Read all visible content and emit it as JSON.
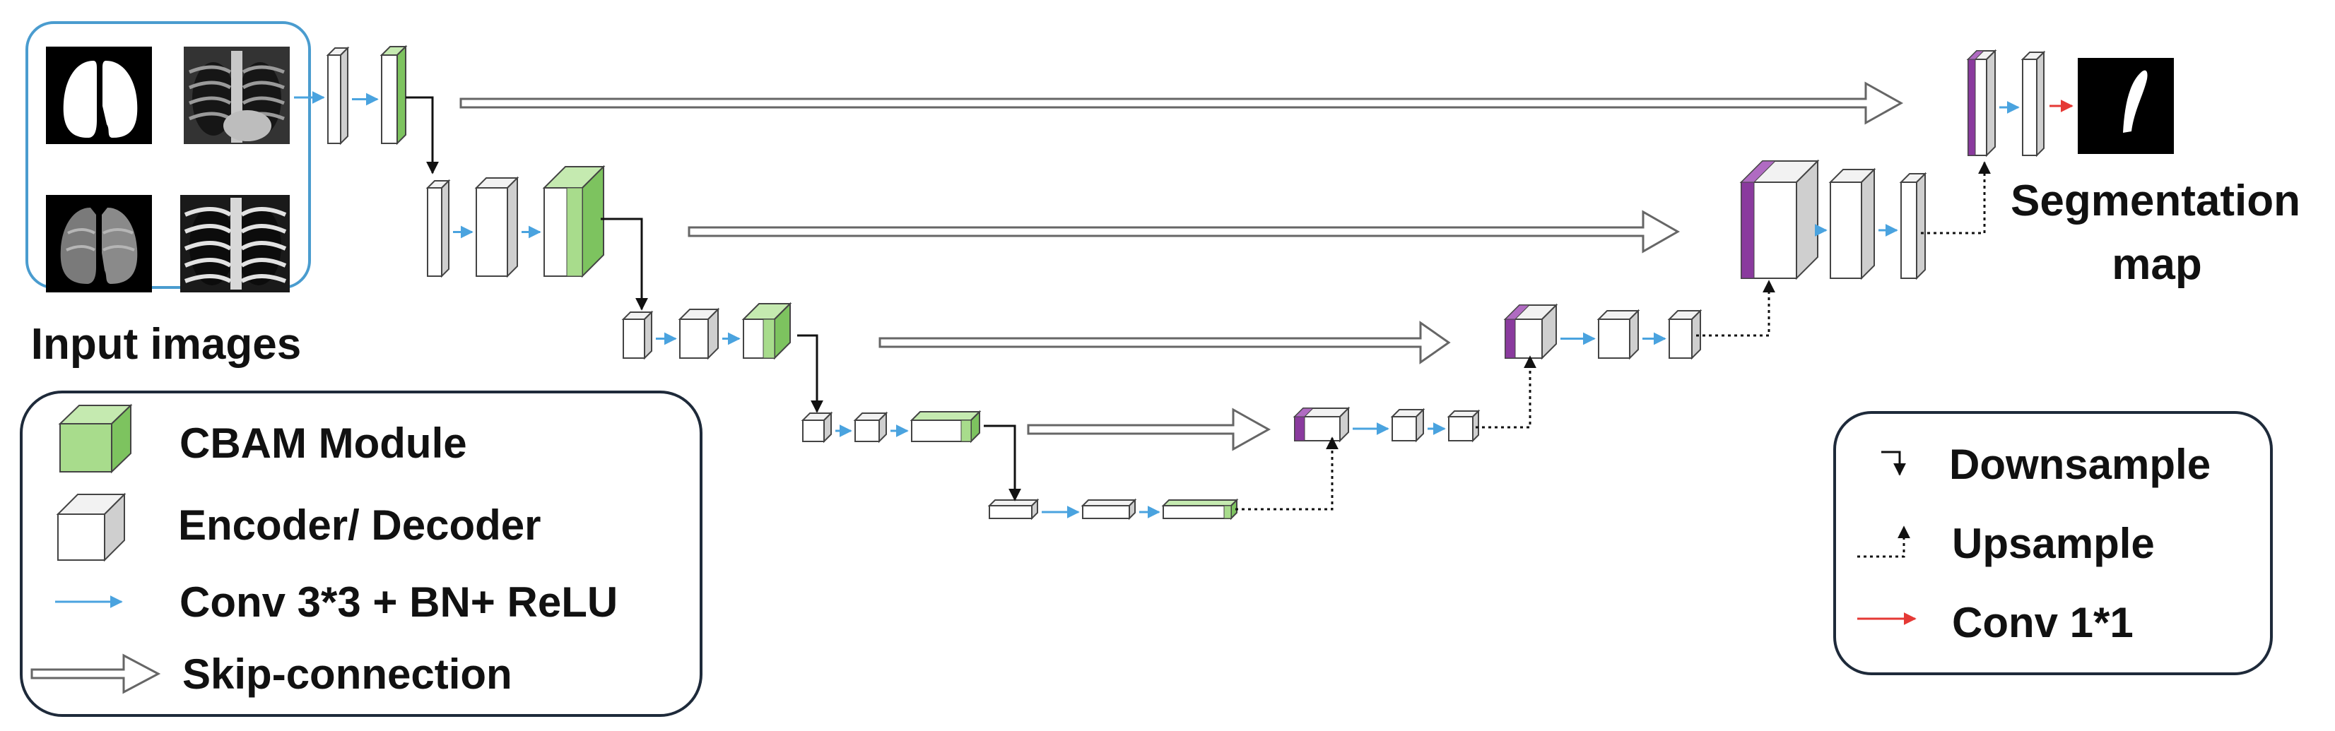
{
  "labels": {
    "input_images": "Input images",
    "segmentation_line1": "Segmentation",
    "segmentation_line2": "map"
  },
  "legend_left": [
    {
      "key": "cbam",
      "label": "CBAM Module"
    },
    {
      "key": "encdec",
      "label": "Encoder/ Decoder"
    },
    {
      "key": "conv",
      "label": "Conv 3*3 + BN+ ReLU"
    },
    {
      "key": "skip",
      "label": "Skip-connection"
    }
  ],
  "legend_right": [
    {
      "key": "down",
      "label": "Downsample"
    },
    {
      "key": "up",
      "label": "Upsample"
    },
    {
      "key": "conv1",
      "label": "Conv 1*1"
    }
  ],
  "colors": {
    "cbam": "#a8dc8c",
    "cbam_side": "#7dc35f",
    "decoder_concat": "#8a3a9e",
    "conv_arrow": "#4aa3df",
    "conv1_arrow": "#e53935",
    "input_border": "#4a9ccf",
    "box_side": "#cfcfcf",
    "box_face": "#ffffff"
  }
}
